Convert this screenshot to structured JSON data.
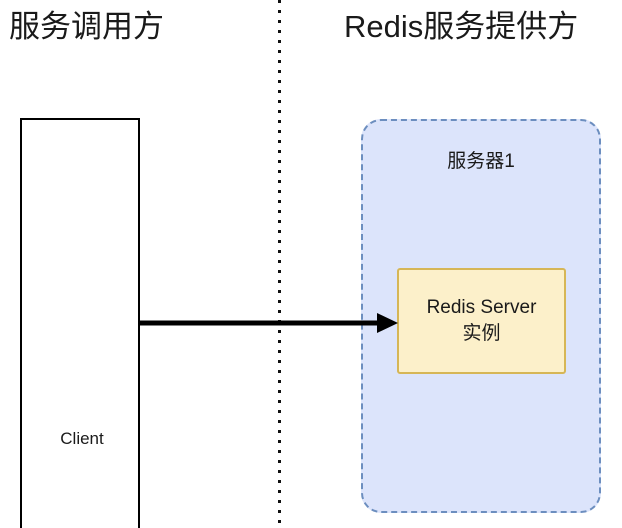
{
  "diagram": {
    "columns": {
      "left_title": "服务调用方",
      "right_title": "Redis服务提供方"
    },
    "client": {
      "label": "Client"
    },
    "server": {
      "label": "服务器1"
    },
    "instance": {
      "line1": "Redis Server",
      "line2": "实例"
    },
    "connection": {
      "icon": "arrow-right-icon"
    },
    "divider": {
      "icon": "vertical-dotted-divider-icon"
    },
    "colors": {
      "server_fill": "#dce4fb",
      "server_border": "#6c8ebf",
      "instance_fill": "#fcf0ca",
      "instance_border": "#d6b656",
      "client_border": "#000000",
      "arrow": "#000000",
      "text": "#1a1a1a",
      "background": "#ffffff"
    }
  }
}
